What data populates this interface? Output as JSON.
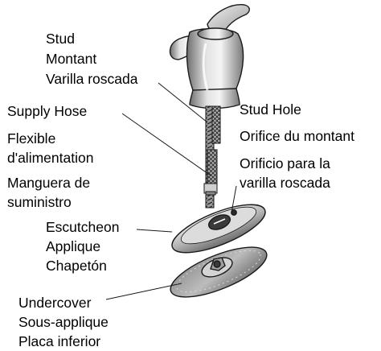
{
  "labels": {
    "stud": {
      "en": "Stud",
      "fr": "Montant",
      "es": "Varilla roscada"
    },
    "supply_hose": {
      "en": "Supply Hose",
      "fr_line1": "Flexible",
      "fr_line2": "d'alimentation",
      "es_line1": "Manguera de",
      "es_line2": "suministro"
    },
    "stud_hole": {
      "en": "Stud Hole",
      "fr": "Orifice du montant",
      "es_line1": "Orificio para la",
      "es_line2": "varilla roscada"
    },
    "escutcheon": {
      "en": "Escutcheon",
      "fr": "Applique",
      "es": "Chapetón"
    },
    "undercover": {
      "en": "Undercover",
      "fr": "Sous-applique",
      "es": "Placa inferior"
    }
  },
  "colors": {
    "line": "#1a1a1a",
    "metal_dark": "#6f6f6f",
    "metal_mid": "#a6a6a6",
    "metal_light": "#e3e3e3"
  }
}
